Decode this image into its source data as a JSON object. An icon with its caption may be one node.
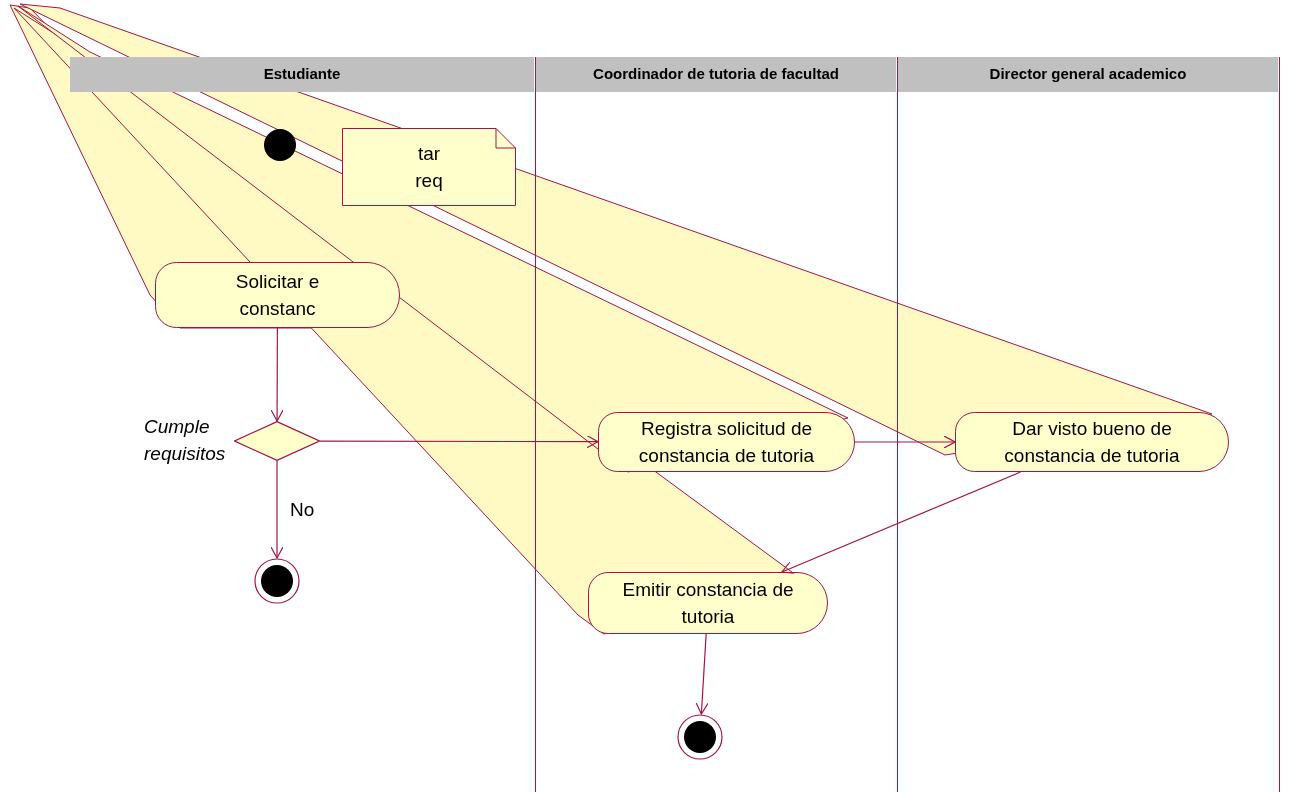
{
  "diagram": {
    "nodes": [
      {
        "text": [
          "Estudiante"
        ]
      },
      {
        "text": [
          "Coordinador de tutoria de facultad"
        ]
      },
      {
        "text": [
          "Director general academico"
        ]
      },
      {
        "text": [],
        "shape": "circle",
        "in": 0
      },
      {
        "text": [
          "tar",
          "req"
        ],
        "in": 0
      },
      {
        "text": [
          "Solicitar e",
          "constanc"
        ],
        "in": 0
      },
      {
        "text": [],
        "shape": "diamond",
        "beside": [
          "Cumple requisitos"
        ],
        "in": 0
      },
      {
        "text": [],
        "shape": "circle",
        "in": 0
      },
      {
        "text": [
          "Registra solicitud de constancia de tutoria"
        ],
        "in": 1
      },
      {
        "text": [
          "Dar visto bueno de constancia de tutoria"
        ],
        "in": 2
      },
      {
        "text": [
          "Emitir constancia de tutoria"
        ],
        "in": 1
      },
      {
        "text": [],
        "shape": "circle",
        "in": 1
      }
    ],
    "edges": [
      {
        "from": 5,
        "to": 6,
        "arrow": "to"
      },
      {
        "from": 6,
        "to": 7,
        "arrow": "to",
        "label": "No"
      },
      {
        "from": 6,
        "to": 8,
        "arrow": "to"
      },
      {
        "from": 8,
        "to": 9,
        "arrow": "to"
      },
      {
        "from": 9,
        "to": 10,
        "arrow": "to"
      },
      {
        "from": 10,
        "to": 11,
        "arrow": "to"
      }
    ]
  }
}
